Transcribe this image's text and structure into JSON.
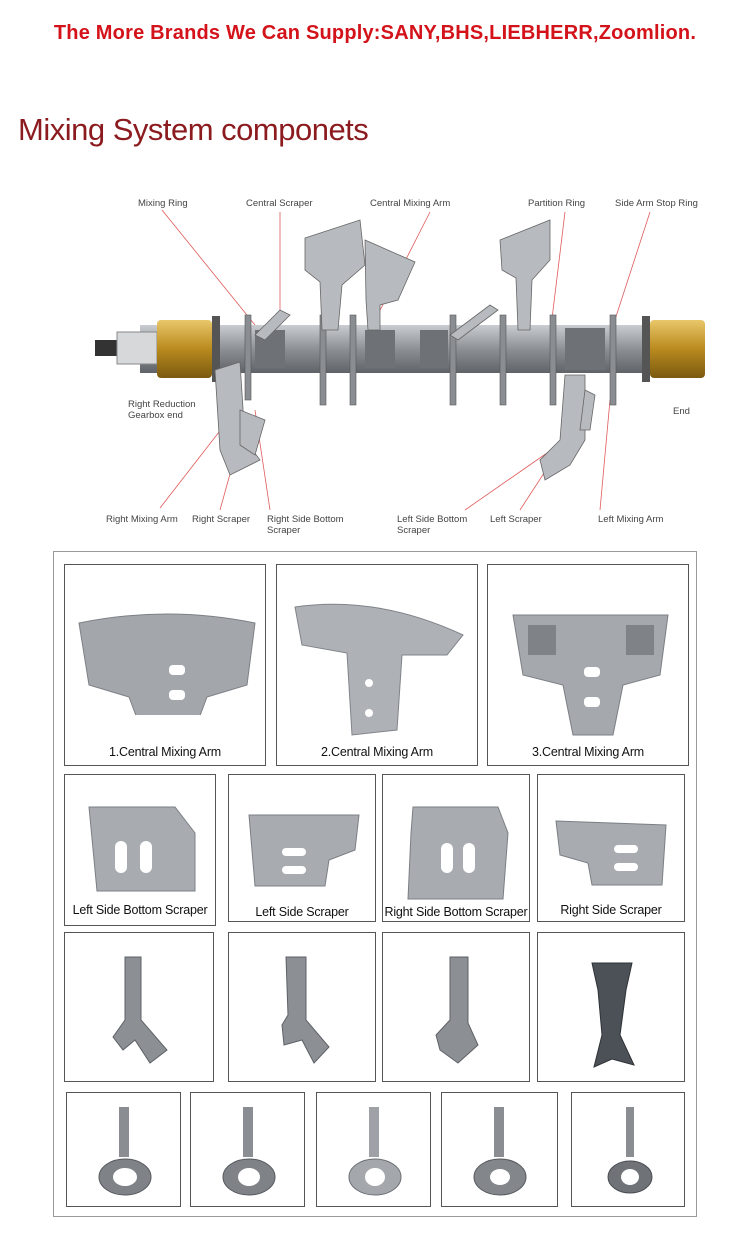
{
  "banner": "The More Brands We Can Supply:SANY,BHS,LIEBHERR,Zoomlion.",
  "section_title": "Mixing System componets",
  "diagram": {
    "labels": {
      "mixing_ring": "Mixing Ring",
      "central_scraper": "Central Scraper",
      "central_mixing_arm": "Central Mixing Arm",
      "partition_ring": "Partition Ring",
      "side_arm_stop_ring": "Side Arm Stop Ring",
      "right_reduction_1": "Right Reduction",
      "right_reduction_2": "Gearbox end",
      "end": "End",
      "right_mixing_arm": "Right Mixing Arm",
      "right_scraper": "Right Scraper",
      "right_side_bottom_1": "Right Side Bottom",
      "right_side_bottom_2": "Scraper",
      "left_side_bottom_1": "Left Side Bottom",
      "left_side_bottom_2": "Scraper",
      "left_scraper": "Left Scraper",
      "left_mixing_arm": "Left Mixing Arm"
    }
  },
  "products": {
    "row1": [
      "1.Central Mixing Arm",
      "2.Central Mixing Arm",
      "3.Central Mixing Arm"
    ],
    "row2": [
      "Left Side Bottom Scraper",
      "Left Side Scraper",
      "Right Side Bottom Scraper",
      "Right Side Scraper"
    ]
  },
  "colors": {
    "banner": "#d4121a",
    "title": "#8b1b1f",
    "metal": "#9ea2a6"
  }
}
